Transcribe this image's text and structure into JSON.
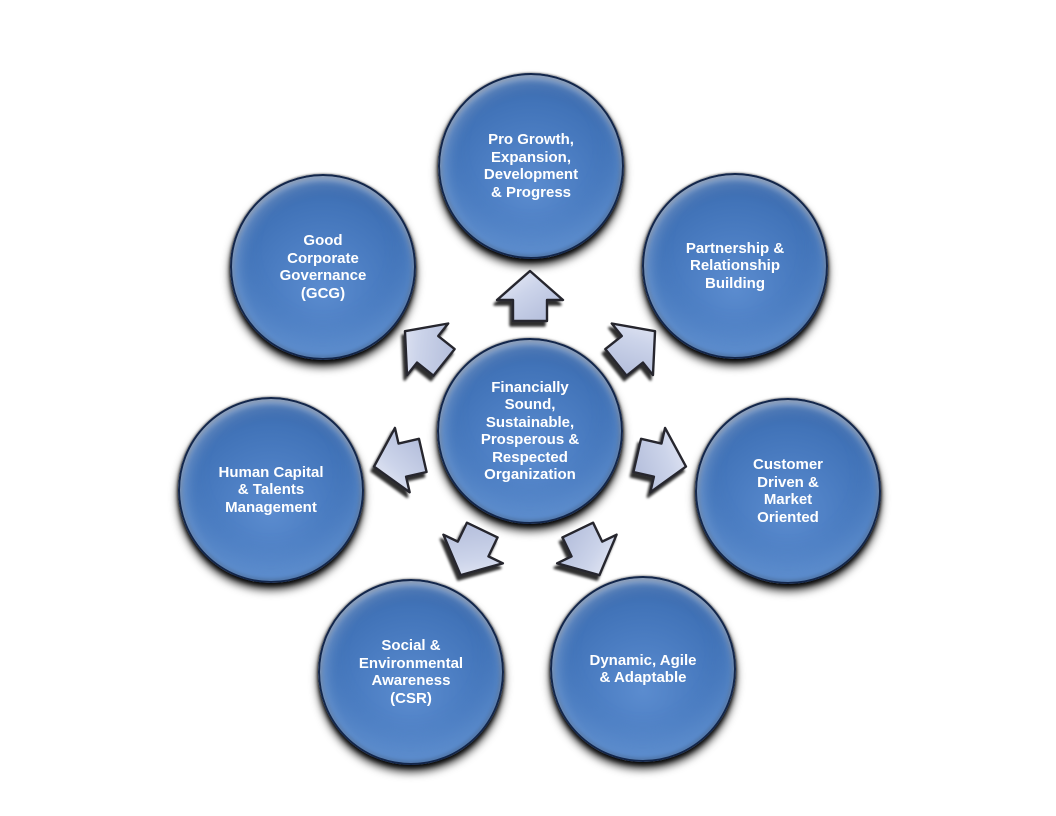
{
  "diagram": {
    "type": "radial-cycle",
    "background_color": "#FFFFFF",
    "center": {
      "id": "center",
      "label": "Financially\nSound,\nSustainable,\nProsperous &\nRespected\nOrganization"
    },
    "satellites": [
      {
        "id": "pro-growth",
        "position": "top",
        "label": "Pro Growth,\nExpansion,\nDevelopment\n& Progress"
      },
      {
        "id": "partnership",
        "position": "top-right",
        "label": "Partnership &\nRelationship\nBuilding"
      },
      {
        "id": "customer",
        "position": "right",
        "label": "Customer\nDriven &\nMarket\nOriented"
      },
      {
        "id": "dynamic",
        "position": "bottom-right",
        "label": "Dynamic, Agile\n& Adaptable"
      },
      {
        "id": "social",
        "position": "bottom-left",
        "label": "Social &\nEnvironmental\nAwareness\n(CSR)"
      },
      {
        "id": "human-capital",
        "position": "left",
        "label": "Human Capital\n& Talents\nManagement"
      },
      {
        "id": "gcg",
        "position": "top-left",
        "label": "Good\nCorporate\nGovernance\n(GCG)"
      }
    ],
    "arrows": [
      "up",
      "up-right",
      "right",
      "down-right",
      "down-left",
      "left",
      "up-left"
    ],
    "colors": {
      "circle_fill": "#4173B8",
      "circle_highlight": "#5B8CCF",
      "circle_edge": "#13264A",
      "arrow_fill": "#C9D1E8",
      "arrow_highlight": "#EAEDF7",
      "arrow_outline": "#26262E",
      "text": "#FFFFFF",
      "shadow": "#000000"
    }
  }
}
